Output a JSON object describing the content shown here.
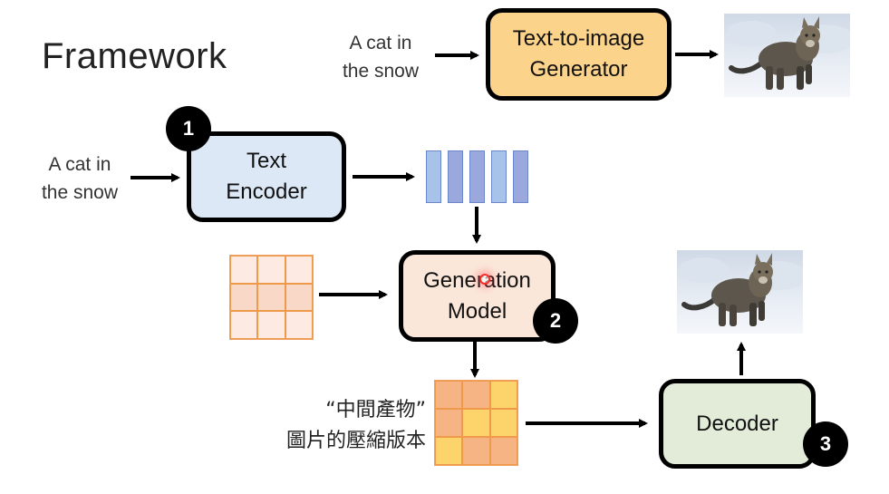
{
  "title": "Framework",
  "top_flow": {
    "input_line1": "A cat in",
    "input_line2": "the snow",
    "generator_line1": "Text-to-image",
    "generator_line2": "Generator",
    "output_image": "cat-in-snow-photo"
  },
  "main_flow": {
    "input_line1": "A cat in",
    "input_line2": "the snow",
    "encoder_line1": "Text",
    "encoder_line2": "Encoder",
    "encoder_badge": "1",
    "generation_line1": "Generation",
    "generation_line2": "Model",
    "generation_badge": "2",
    "decoder_label": "Decoder",
    "decoder_badge": "3",
    "intermediate_line1": "“中間產物”",
    "intermediate_line2": "圖片的壓縮版本",
    "output_image": "cat-in-snow-photo"
  },
  "colors": {
    "generator_fill": "#fcd38a",
    "encoder_fill": "#dde8f6",
    "generation_fill": "#fbe6da",
    "decoder_fill": "#e2ecd9",
    "noise_grid_light": "#fdeae2",
    "noise_grid_mid": "#fad8c8",
    "latent_orange": "#f6b383",
    "latent_yellow": "#fdd36b",
    "vector_light": "#a7c3ea",
    "vector_dark": "#9aa8de"
  },
  "latent_grid": [
    "orange",
    "orange",
    "yellow",
    "orange",
    "yellow",
    "yellow",
    "yellow",
    "orange",
    "orange"
  ],
  "noise_grid": [
    "light",
    "light",
    "light",
    "mid",
    "mid",
    "mid",
    "light",
    "light",
    "light"
  ],
  "text_vectors": [
    "light",
    "dark",
    "dark",
    "light",
    "dark"
  ]
}
